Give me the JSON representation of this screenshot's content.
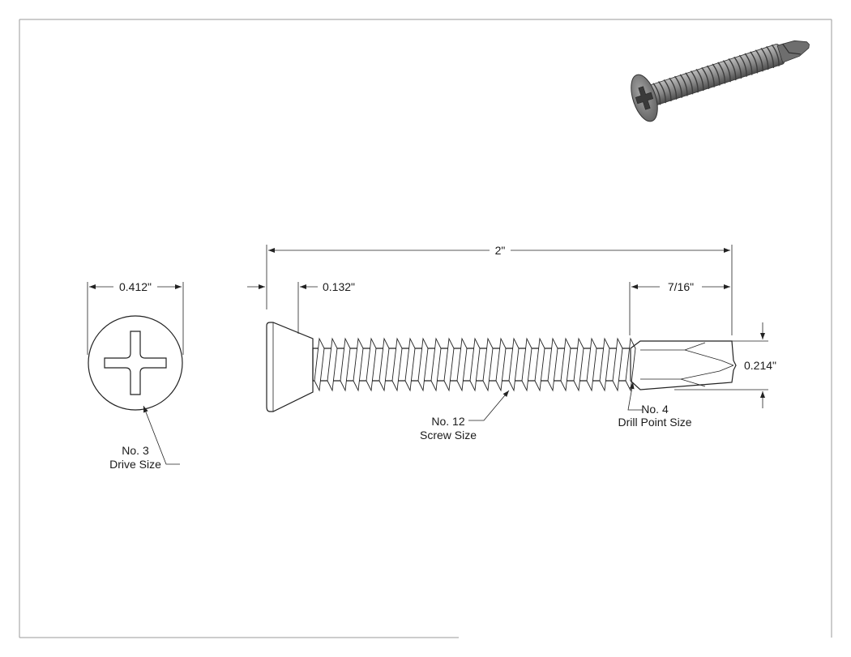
{
  "dimensions": {
    "head_diameter": "0.412\"",
    "overall_length": "2\"",
    "head_thickness": "0.132\"",
    "drill_point_length": "7/16\"",
    "drill_point_diameter": "0.214\""
  },
  "callouts": {
    "drive_size": {
      "line1": "No. 3",
      "line2": "Drive Size"
    },
    "screw_size": {
      "line1": "No. 12",
      "line2": "Screw Size"
    },
    "drill_point_size": {
      "line1": "No. 4",
      "line2": "Drill Point Size"
    }
  },
  "colors": {
    "line": "#222222",
    "screw_fill": "#ffffff",
    "render_body": "#8c8c8c",
    "render_dark": "#4a4a4a",
    "border": "#9a9a9a"
  }
}
